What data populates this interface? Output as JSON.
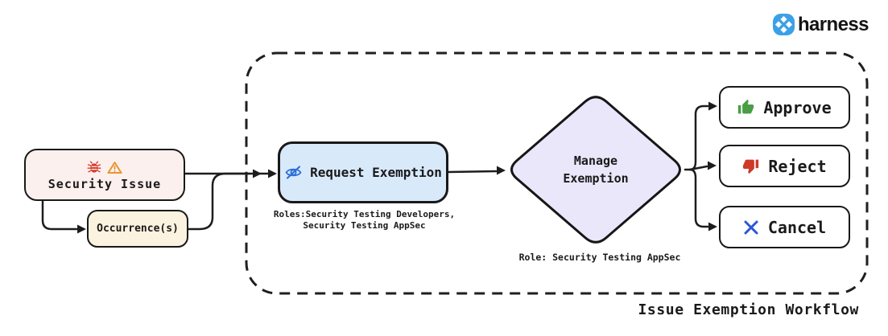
{
  "brand": {
    "wordmark": "harness",
    "logo_color": "#3aa1e8"
  },
  "diagram": {
    "caption": "Issue Exemption Workflow",
    "security_issue": {
      "label": "Security Issue"
    },
    "occurrences": {
      "label": "Occurrence(s)"
    },
    "request_exemption": {
      "label": "Request Exemption",
      "roles_caption_line1": "Roles:Security Testing Developers,",
      "roles_caption_line2": "Security Testing AppSec"
    },
    "manage_exemption": {
      "label_line1": "Manage",
      "label_line2": "Exemption",
      "role_caption": "Role: Security Testing AppSec"
    },
    "decisions": {
      "approve": {
        "label": "Approve"
      },
      "reject": {
        "label": "Reject"
      },
      "cancel": {
        "label": "Cancel"
      }
    },
    "icons": {
      "security_issue": [
        "bug-icon",
        "warning-triangle-icon"
      ],
      "request_exemption": "eye-off-icon",
      "approve": "thumbs-up-icon",
      "reject": "thumbs-down-icon",
      "cancel": "x-icon"
    },
    "colors": {
      "security_issue_fill": "#fcf0ee",
      "occurrences_fill": "#fbf2df",
      "request_exemption_fill": "#d8e9fa",
      "manage_exemption_fill": "#e9e7f9",
      "approve_green": "#4a9d45",
      "reject_red": "#cd3a28",
      "cancel_blue": "#2857d8",
      "eye_blue": "#2d6fd8",
      "bug_red": "#d63c2c",
      "warning_orange": "#e8962e",
      "line_dark": "#1d1d1d"
    }
  }
}
